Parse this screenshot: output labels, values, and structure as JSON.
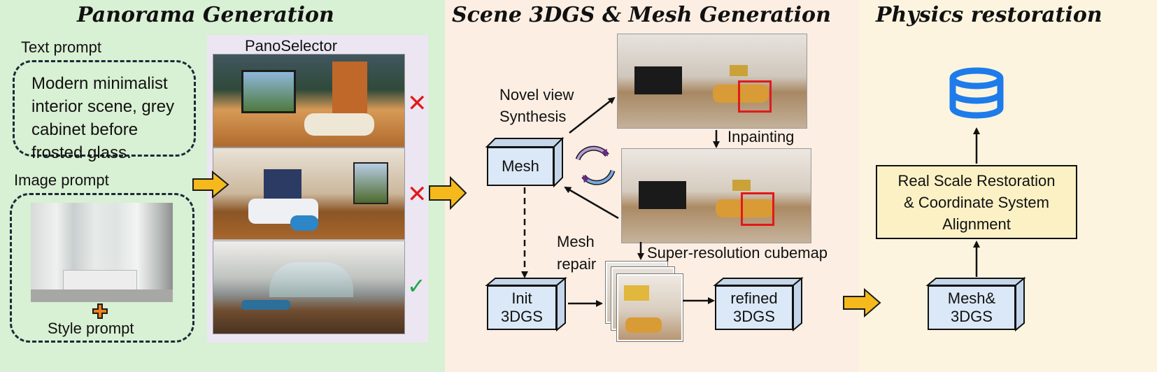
{
  "panels": {
    "panorama": {
      "title": "Panorama Generation",
      "text_prompt_label": "Text prompt",
      "text_prompt": "Modern minimalist\ninterior scene, grey\ncabinet before\nfrosted glass.",
      "image_prompt_label": "Image prompt",
      "style_prompt_label": "Style prompt",
      "selector_title": "PanoSelector"
    },
    "scene": {
      "title": "Scene 3DGS & Mesh Generation",
      "novel_view_label": "Novel view\nSynthesis",
      "inpainting_label": "Inpainting",
      "mesh_label": "Mesh",
      "mesh_repair_label": "Mesh\nrepair",
      "super_res_label": "Super-resolution cubemap",
      "init_label": "Init\n3DGS",
      "refined_label": "refined\n3DGS"
    },
    "physics": {
      "title": "Physics restoration",
      "restoration_label": "Real Scale Restoration\n& Coordinate System\nAlignment",
      "mesh3dgs_label": "Mesh&\n3DGS"
    }
  },
  "selection_marks": [
    "✕",
    "✕",
    "✓"
  ],
  "colors": {
    "panel_green": "#d8f0d3",
    "panel_lavender": "#ece6f3",
    "panel_peach": "#fdeee3",
    "panel_yellow": "#fdf4df",
    "box_blue": "#dbe8f7",
    "arrow_orange": "#f5b91c",
    "reject_red": "#e01a1a",
    "accept_green": "#1fa84a",
    "database_blue": "#1e7bea"
  },
  "icons": [
    "database-icon",
    "refresh-cycle-icon",
    "plus-icon"
  ]
}
